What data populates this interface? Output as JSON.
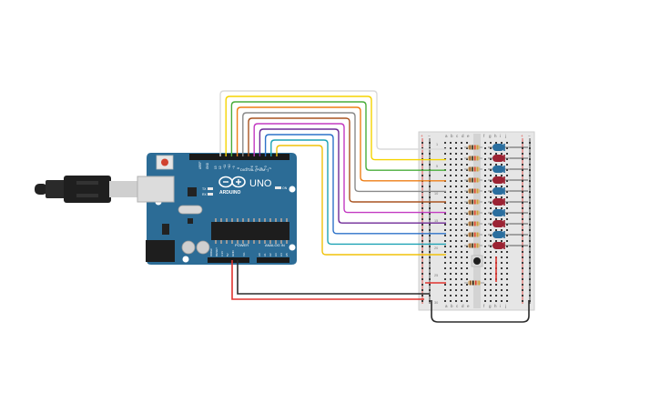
{
  "board": {
    "model_label": "UNO",
    "brand_label": "ARDUINO",
    "digital_label": "DIGITAL (PWM~)",
    "power_label": "POWER",
    "analog_label": "ANALOG IN",
    "on_label": "ON",
    "tx_label": "TX",
    "rx_label": "RX",
    "aref_label": "AREF",
    "gnd_label": "GND",
    "ioref_label": "IOREF",
    "reset_label": "RESET",
    "v33_label": "3.3V",
    "v5_label": "5V",
    "vin_label": "Vin",
    "pin13_label": "13",
    "pin12_label": "12",
    "pin11_label": "~11",
    "pin10_label": "~10",
    "pin9_label": "~9",
    "pin8_label": "8",
    "pin7_label": "7",
    "pin6_label": "~6",
    "pin5_label": "~5",
    "pin4_label": "4",
    "pin3_label": "~3",
    "pin2_label": "2",
    "a0_label": "A0",
    "a1_label": "A1",
    "a2_label": "A2",
    "a3_label": "A3",
    "a4_label": "A4",
    "a5_label": "A5"
  },
  "breadboard": {
    "col_a": "a",
    "col_b": "b",
    "col_c": "c",
    "col_d": "d",
    "col_e": "e",
    "col_f": "f",
    "col_g": "g",
    "col_h": "h",
    "col_i": "i",
    "col_j": "j",
    "rail_plus": "+",
    "rail_minus": "−",
    "row_1": "1",
    "row_5": "5",
    "row_10": "10",
    "row_15": "15",
    "row_20": "20",
    "row_25": "25",
    "row_30": "30"
  },
  "colors": {
    "board": "#2c6c96",
    "breadboard": "#e8e8e8",
    "led_blue": "#2a6e9e",
    "led_red": "#9b2333",
    "wire_red": "#e0342e",
    "wire_black": "#2b2b2b"
  },
  "signal_wires": [
    {
      "color": "#dadada"
    },
    {
      "color": "#f5d400"
    },
    {
      "color": "#49ad3b"
    },
    {
      "color": "#ee7f17"
    },
    {
      "color": "#8a8a8a"
    },
    {
      "color": "#a85320"
    },
    {
      "color": "#c33ac2"
    },
    {
      "color": "#6f2a97"
    },
    {
      "color": "#2d72c9"
    },
    {
      "color": "#1ea3b5"
    },
    {
      "color": "#f0c20a"
    }
  ],
  "leds": [
    {
      "color": "blue"
    },
    {
      "color": "red"
    },
    {
      "color": "blue"
    },
    {
      "color": "red"
    },
    {
      "color": "blue"
    },
    {
      "color": "red"
    },
    {
      "color": "blue"
    },
    {
      "color": "red"
    },
    {
      "color": "blue"
    },
    {
      "color": "red"
    }
  ]
}
